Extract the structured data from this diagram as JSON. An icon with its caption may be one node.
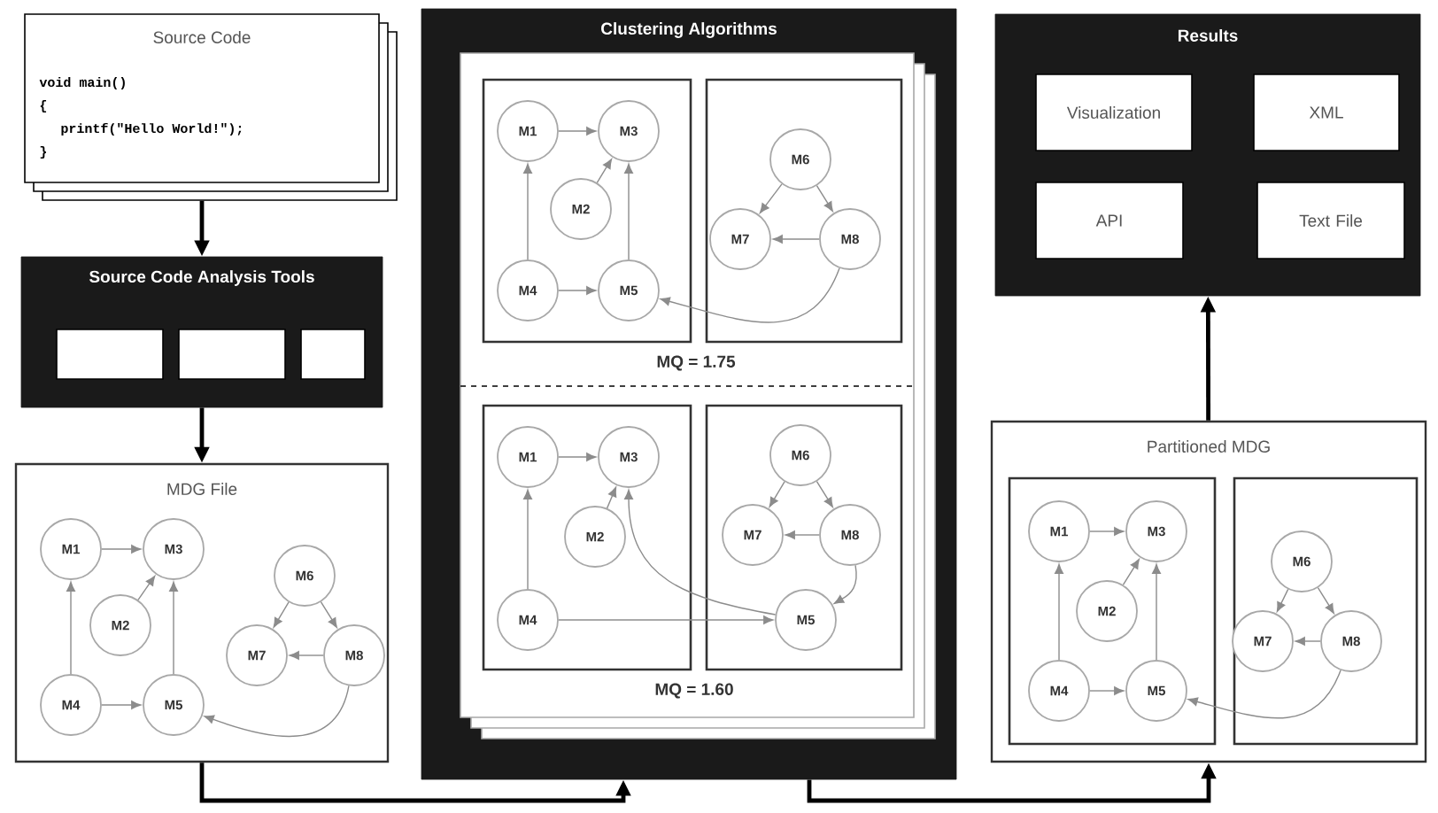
{
  "diagram": {
    "nodes": [
      {
        "text": [
          "Source Code",
          "void main()",
          "{",
          "printf(\"Hello World!\");",
          "}"
        ]
      },
      {
        "text": [
          "Source Code Analysis Tools"
        ]
      },
      {
        "text": [],
        "shape": "box",
        "in": 1
      },
      {
        "text": [],
        "shape": "box",
        "in": 1
      },
      {
        "text": [],
        "shape": "box",
        "in": 1
      },
      {
        "text": [
          "MDG File"
        ]
      },
      {
        "text": [
          "M1"
        ],
        "in": 5
      },
      {
        "text": [
          "M2"
        ],
        "in": 5
      },
      {
        "text": [
          "M3"
        ],
        "in": 5
      },
      {
        "text": [
          "M4"
        ],
        "in": 5
      },
      {
        "text": [
          "M5"
        ],
        "in": 5
      },
      {
        "text": [
          "M6"
        ],
        "in": 5
      },
      {
        "text": [
          "M7"
        ],
        "in": 5
      },
      {
        "text": [
          "M8"
        ],
        "in": 5
      },
      {
        "text": [
          "Clustering Algorithms"
        ]
      },
      {
        "text": [],
        "shape": "box",
        "in": 14
      },
      {
        "text": [
          "M1"
        ],
        "in": 15
      },
      {
        "text": [
          "M2"
        ],
        "in": 15
      },
      {
        "text": [
          "M3"
        ],
        "in": 15
      },
      {
        "text": [
          "M4"
        ],
        "in": 15
      },
      {
        "text": [
          "M5"
        ],
        "in": 15
      },
      {
        "text": [],
        "shape": "box",
        "in": 14
      },
      {
        "text": [
          "M6"
        ],
        "in": 21
      },
      {
        "text": [
          "M7"
        ],
        "in": 21
      },
      {
        "text": [
          "M8"
        ],
        "in": 21
      },
      {
        "text": [],
        "shape": "box",
        "in": 14
      },
      {
        "text": [
          "M1"
        ],
        "in": 25
      },
      {
        "text": [
          "M2"
        ],
        "in": 25
      },
      {
        "text": [
          "M3"
        ],
        "in": 25
      },
      {
        "text": [
          "M4"
        ],
        "in": 25
      },
      {
        "text": [],
        "shape": "box",
        "in": 14
      },
      {
        "text": [
          "M5"
        ],
        "in": 30
      },
      {
        "text": [
          "M6"
        ],
        "in": 30
      },
      {
        "text": [
          "M7"
        ],
        "in": 30
      },
      {
        "text": [
          "M8"
        ],
        "in": 30
      },
      {
        "text": [
          "Results"
        ]
      },
      {
        "text": [
          "Visualization"
        ],
        "in": 35
      },
      {
        "text": [
          "XML"
        ],
        "in": 35
      },
      {
        "text": [
          "API"
        ],
        "in": 35
      },
      {
        "text": [
          "Text File"
        ],
        "in": 35
      },
      {
        "text": [
          "Partitioned MDG"
        ]
      },
      {
        "text": [],
        "shape": "box",
        "in": 40
      },
      {
        "text": [
          "M1"
        ],
        "in": 41
      },
      {
        "text": [
          "M2"
        ],
        "in": 41
      },
      {
        "text": [
          "M3"
        ],
        "in": 41
      },
      {
        "text": [
          "M4"
        ],
        "in": 41
      },
      {
        "text": [
          "M5"
        ],
        "in": 41
      },
      {
        "text": [],
        "shape": "box",
        "in": 40
      },
      {
        "text": [
          "M6"
        ],
        "in": 47
      },
      {
        "text": [
          "M7"
        ],
        "in": 47
      },
      {
        "text": [
          "M8"
        ],
        "in": 47
      }
    ],
    "edges": [
      {
        "from": 0,
        "to": 1,
        "arrow": "to",
        "style": "thick",
        "color": "#000000"
      },
      {
        "from": 1,
        "to": 5,
        "arrow": "to",
        "style": "thick",
        "color": "#000000"
      },
      {
        "from": 5,
        "to": 14,
        "arrow": "to",
        "style": "thick",
        "color": "#000000"
      },
      {
        "from": 14,
        "to": 40,
        "arrow": "to",
        "style": "thick",
        "color": "#000000"
      },
      {
        "from": 40,
        "to": 35,
        "arrow": "to",
        "style": "thick",
        "color": "#000000"
      },
      {
        "from": 6,
        "to": 8,
        "arrow": "to"
      },
      {
        "from": 7,
        "to": 8,
        "arrow": "to"
      },
      {
        "from": 9,
        "to": 6,
        "arrow": "to"
      },
      {
        "from": 9,
        "to": 10,
        "arrow": "to"
      },
      {
        "from": 10,
        "to": 8,
        "arrow": "to"
      },
      {
        "from": 11,
        "to": 12,
        "arrow": "to"
      },
      {
        "from": 11,
        "to": 13,
        "arrow": "to"
      },
      {
        "from": 13,
        "to": 12,
        "arrow": "to"
      },
      {
        "from": 13,
        "to": 10,
        "arrow": "to"
      },
      {
        "from": 16,
        "to": 18,
        "arrow": "to"
      },
      {
        "from": 17,
        "to": 18,
        "arrow": "to"
      },
      {
        "from": 19,
        "to": 16,
        "arrow": "to"
      },
      {
        "from": 19,
        "to": 20,
        "arrow": "to"
      },
      {
        "from": 20,
        "to": 18,
        "arrow": "to"
      },
      {
        "from": 22,
        "to": 23,
        "arrow": "to"
      },
      {
        "from": 22,
        "to": 24,
        "arrow": "to"
      },
      {
        "from": 24,
        "to": 23,
        "arrow": "to"
      },
      {
        "from": 24,
        "to": 20,
        "arrow": "to"
      },
      {
        "from": 26,
        "to": 28,
        "arrow": "to"
      },
      {
        "from": 27,
        "to": 28,
        "arrow": "to"
      },
      {
        "from": 29,
        "to": 26,
        "arrow": "to"
      },
      {
        "from": 29,
        "to": 31,
        "arrow": "to"
      },
      {
        "from": 31,
        "to": 28,
        "arrow": "to"
      },
      {
        "from": 32,
        "to": 33,
        "arrow": "to"
      },
      {
        "from": 32,
        "to": 34,
        "arrow": "to"
      },
      {
        "from": 34,
        "to": 33,
        "arrow": "to"
      },
      {
        "from": 34,
        "to": 31,
        "arrow": "to"
      },
      {
        "from": 42,
        "to": 44,
        "arrow": "to"
      },
      {
        "from": 43,
        "to": 44,
        "arrow": "to"
      },
      {
        "from": 45,
        "to": 42,
        "arrow": "to"
      },
      {
        "from": 45,
        "to": 46,
        "arrow": "to"
      },
      {
        "from": 46,
        "to": 44,
        "arrow": "to"
      },
      {
        "from": 48,
        "to": 49,
        "arrow": "to"
      },
      {
        "from": 48,
        "to": 50,
        "arrow": "to"
      },
      {
        "from": 50,
        "to": 49,
        "arrow": "to"
      },
      {
        "from": 50,
        "to": 46,
        "arrow": "to"
      }
    ],
    "labels": [
      "MQ = 1.75",
      "MQ = 1.60"
    ]
  }
}
